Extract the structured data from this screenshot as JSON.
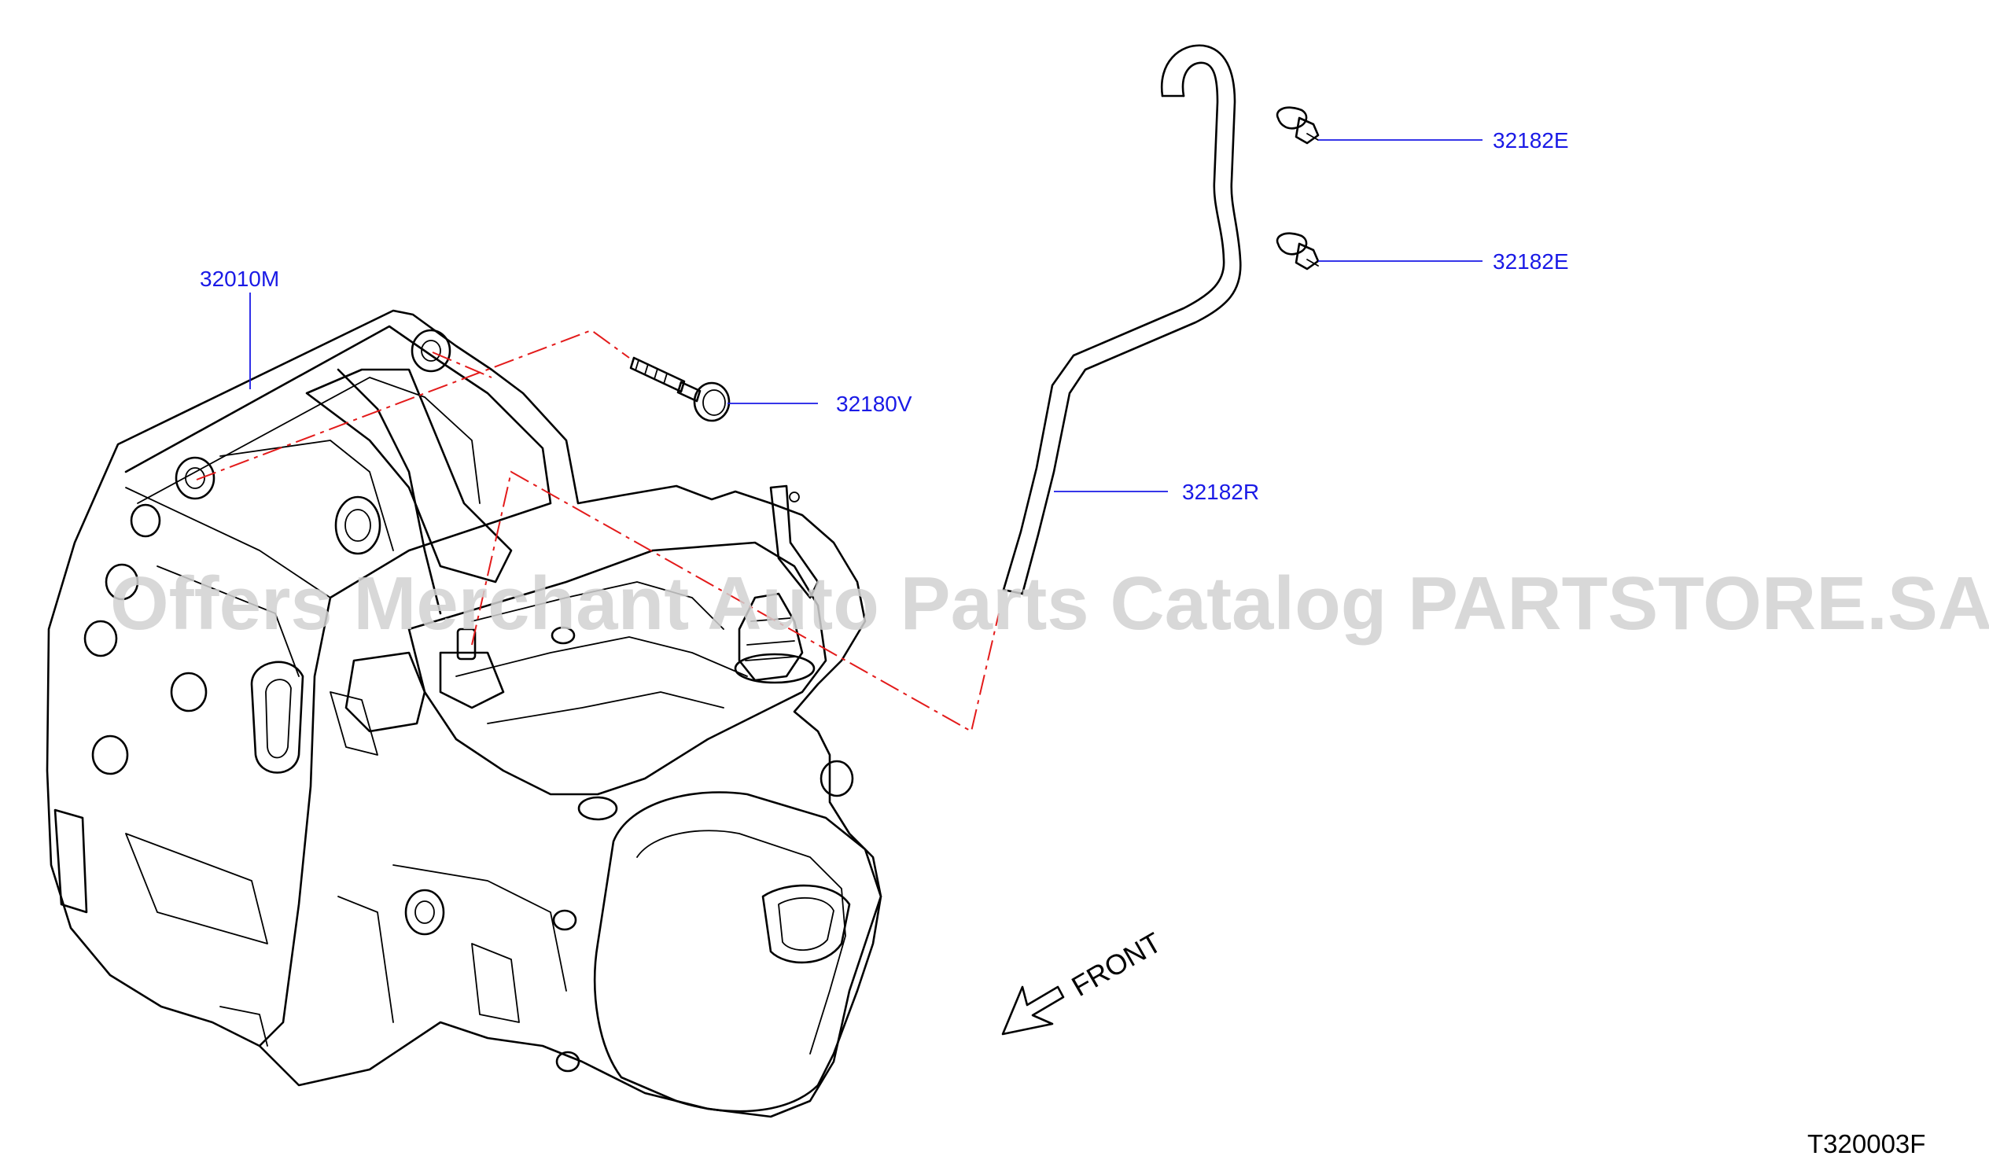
{
  "watermark": "Offers Merchant Auto Parts Catalog PARTSTORE.SA",
  "callouts": {
    "transaxle": "32010M",
    "bolt": "32180V",
    "breather_hose": "32182R",
    "clip_upper": "32182E",
    "clip_lower": "32182E"
  },
  "front_label": "FRONT",
  "diagram_code": "T320003F",
  "colors": {
    "callout": "#1a1ae6",
    "dash_line": "#e31b1b",
    "watermark": "#d2d2d2"
  }
}
